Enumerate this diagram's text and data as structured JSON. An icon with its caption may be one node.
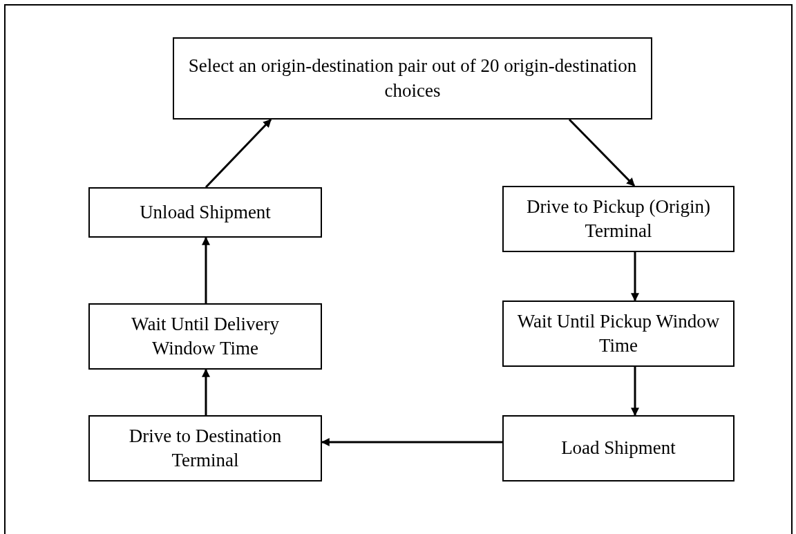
{
  "diagram": {
    "nodes": [
      {
        "text": [
          "Select an origin-destination pair out of 20 origin-destination choices"
        ]
      },
      {
        "text": [
          "Drive to Pickup (Origin) Terminal"
        ]
      },
      {
        "text": [
          "Wait Until Pickup Window Time"
        ]
      },
      {
        "text": [
          "Load Shipment"
        ]
      },
      {
        "text": [
          "Drive to Destination Terminal"
        ]
      },
      {
        "text": [
          "Wait Until Delivery Window Time"
        ]
      },
      {
        "text": [
          "Unload Shipment"
        ]
      }
    ],
    "edges": [
      {
        "from": 0,
        "to": 1,
        "arrow": "to"
      },
      {
        "from": 1,
        "to": 2,
        "arrow": "to"
      },
      {
        "from": 2,
        "to": 3,
        "arrow": "to"
      },
      {
        "from": 3,
        "to": 4,
        "arrow": "to"
      },
      {
        "from": 4,
        "to": 5,
        "arrow": "to"
      },
      {
        "from": 5,
        "to": 6,
        "arrow": "to"
      },
      {
        "from": 6,
        "to": 0,
        "arrow": "to"
      }
    ]
  }
}
